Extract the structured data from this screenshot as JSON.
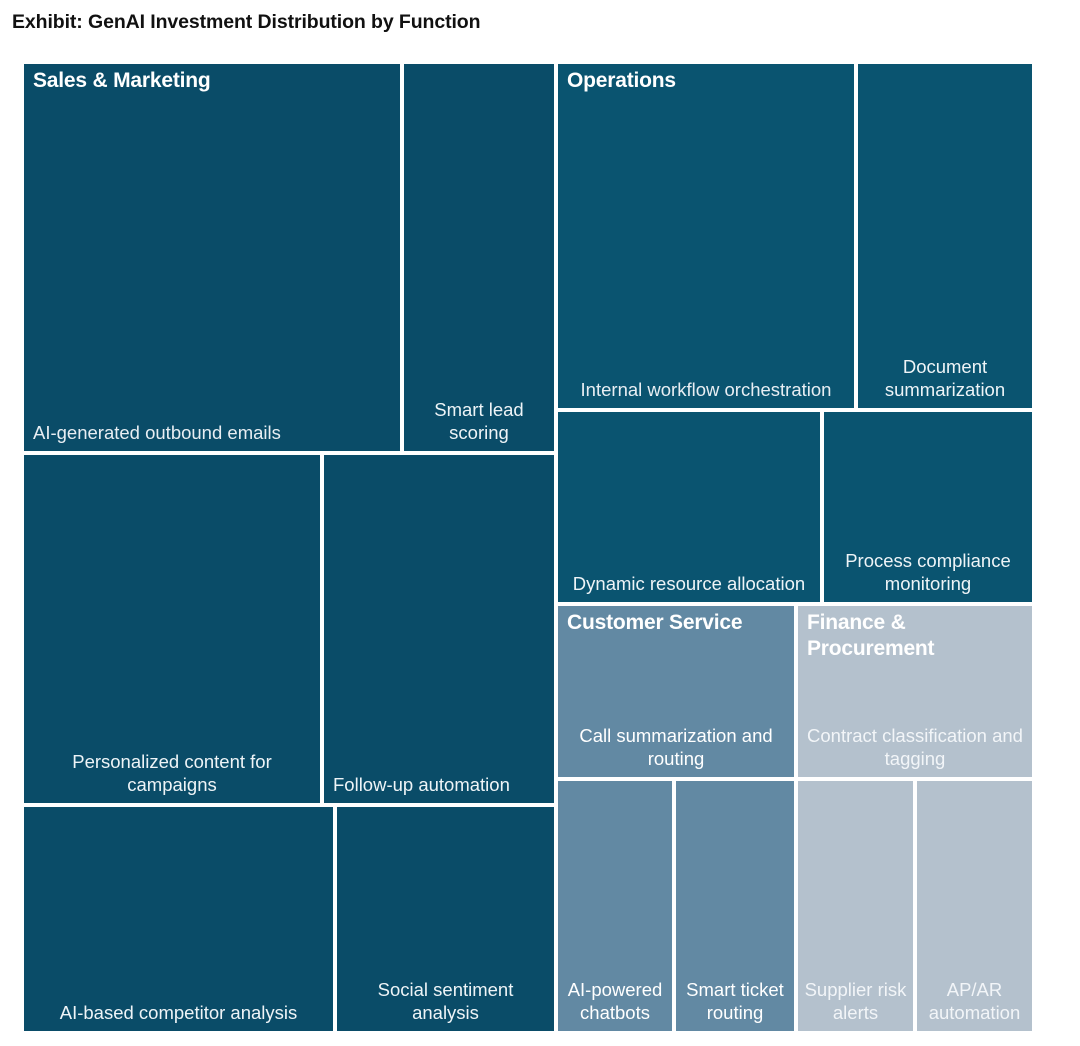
{
  "title": "Exhibit: GenAI Investment Distribution by Function",
  "colors": {
    "sales_marketing": "#0A4C68",
    "operations": "#0A5470",
    "customer_service": "#6289A3",
    "finance_procurement": "#B4C1CD",
    "tile_border": "#FFFFFF",
    "title_text": "#111111",
    "label_text": "#FFFFFF"
  },
  "chart_data": {
    "type": "treemap",
    "title": "Exhibit: GenAI Investment Distribution by Function",
    "xlabel": "",
    "ylabel": "",
    "legend": "none",
    "grid": false,
    "groups": [
      {
        "name": "Sales & Marketing",
        "color": "#0A4C68",
        "children": [
          {
            "label": "AI-generated outbound emails",
            "value": 22.0
          },
          {
            "label": "Smart lead scoring",
            "value": 6.0
          },
          {
            "label": "Personalized content for campaigns",
            "value": 10.5
          },
          {
            "label": "Follow-up automation",
            "value": 8.5
          },
          {
            "label": "AI-based competitor analysis",
            "value": 6.5
          },
          {
            "label": "Social sentiment analysis",
            "value": 4.5
          }
        ]
      },
      {
        "name": "Operations",
        "color": "#0A5470",
        "children": [
          {
            "label": "Internal workflow orchestration",
            "value": 11.0
          },
          {
            "label": "Document summarization",
            "value": 6.0
          },
          {
            "label": "Dynamic resource allocation",
            "value": 5.5
          },
          {
            "label": "Process compliance monitoring",
            "value": 4.5
          }
        ]
      },
      {
        "name": "Customer Service",
        "color": "#6289A3",
        "children": [
          {
            "label": "Call summarization and routing",
            "value": 4.5
          },
          {
            "label": "AI-powered chatbots",
            "value": 3.0
          },
          {
            "label": "Smart ticket routing",
            "value": 2.6
          }
        ]
      },
      {
        "name": "Finance & Procurement",
        "color": "#B4C1CD",
        "children": [
          {
            "label": "Contract classification and tagging",
            "value": 4.5
          },
          {
            "label": "Supplier risk alerts",
            "value": 2.6
          },
          {
            "label": "AP/AR automation",
            "value": 2.6
          }
        ]
      }
    ]
  },
  "tiles": {
    "sm_group": "Sales & Marketing",
    "sm_emails": "AI-generated outbound emails",
    "sm_lead": "Smart lead scoring",
    "sm_content": "Personalized content for campaigns",
    "sm_followup": "Follow-up automation",
    "sm_competitor": "AI-based competitor analysis",
    "sm_social": "Social sentiment analysis",
    "ops_group": "Operations",
    "ops_workflow": "Internal workflow orchestration",
    "ops_doc": "Document summarization",
    "ops_dynamic": "Dynamic resource allocation",
    "ops_compliance": "Process compliance monitoring",
    "cs_group": "Customer Service",
    "cs_call": "Call summarization and routing",
    "cs_chatbots": "AI-powered chatbots",
    "cs_ticket": "Smart ticket routing",
    "fin_group": "Finance & Procurement",
    "fin_contract": "Contract classification and tagging",
    "fin_supplier": "Supplier risk alerts",
    "fin_apar": "AP/AR automation"
  }
}
